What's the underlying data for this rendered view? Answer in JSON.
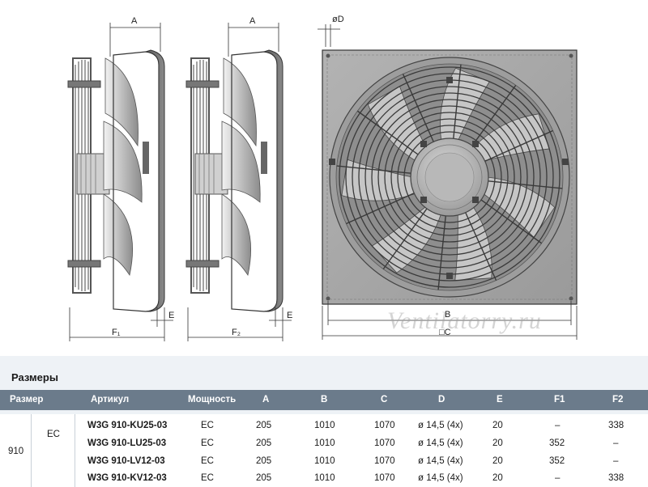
{
  "drawing": {
    "dim_labels": {
      "a": "A",
      "d": "øD",
      "e": "E",
      "f1": "F₁",
      "f2": "F₂",
      "b": "B",
      "c": "□C"
    },
    "watermark": "Ventilatorry.ru"
  },
  "section": {
    "title": "Размеры"
  },
  "table": {
    "headers": [
      "Размер",
      "Артикул",
      "Мощность",
      "A",
      "B",
      "C",
      "D",
      "E",
      "F1",
      "F2"
    ],
    "group_size": "910",
    "group_type": "EC",
    "rows": [
      {
        "article": "W3G 910-KU25-03",
        "power": "EC",
        "a": "205",
        "b": "1010",
        "c": "1070",
        "d": "ø 14,5 (4x)",
        "e": "20",
        "f1": "–",
        "f2": "338"
      },
      {
        "article": "W3G 910-LU25-03",
        "power": "EC",
        "a": "205",
        "b": "1010",
        "c": "1070",
        "d": "ø 14,5 (4x)",
        "e": "20",
        "f1": "352",
        "f2": "–"
      },
      {
        "article": "W3G 910-LV12-03",
        "power": "EC",
        "a": "205",
        "b": "1010",
        "c": "1070",
        "d": "ø 14,5 (4x)",
        "e": "20",
        "f1": "352",
        "f2": "–"
      },
      {
        "article": "W3G 910-KV12-03",
        "power": "EC",
        "a": "205",
        "b": "1010",
        "c": "1070",
        "d": "ø 14,5 (4x)",
        "e": "20",
        "f1": "–",
        "f2": "338"
      }
    ]
  },
  "colors": {
    "header_bg": "#6b7b8b",
    "band_bg": "#eef2f6",
    "panel_fill": "#a9a9a9",
    "metal": "#8a8a8a"
  }
}
